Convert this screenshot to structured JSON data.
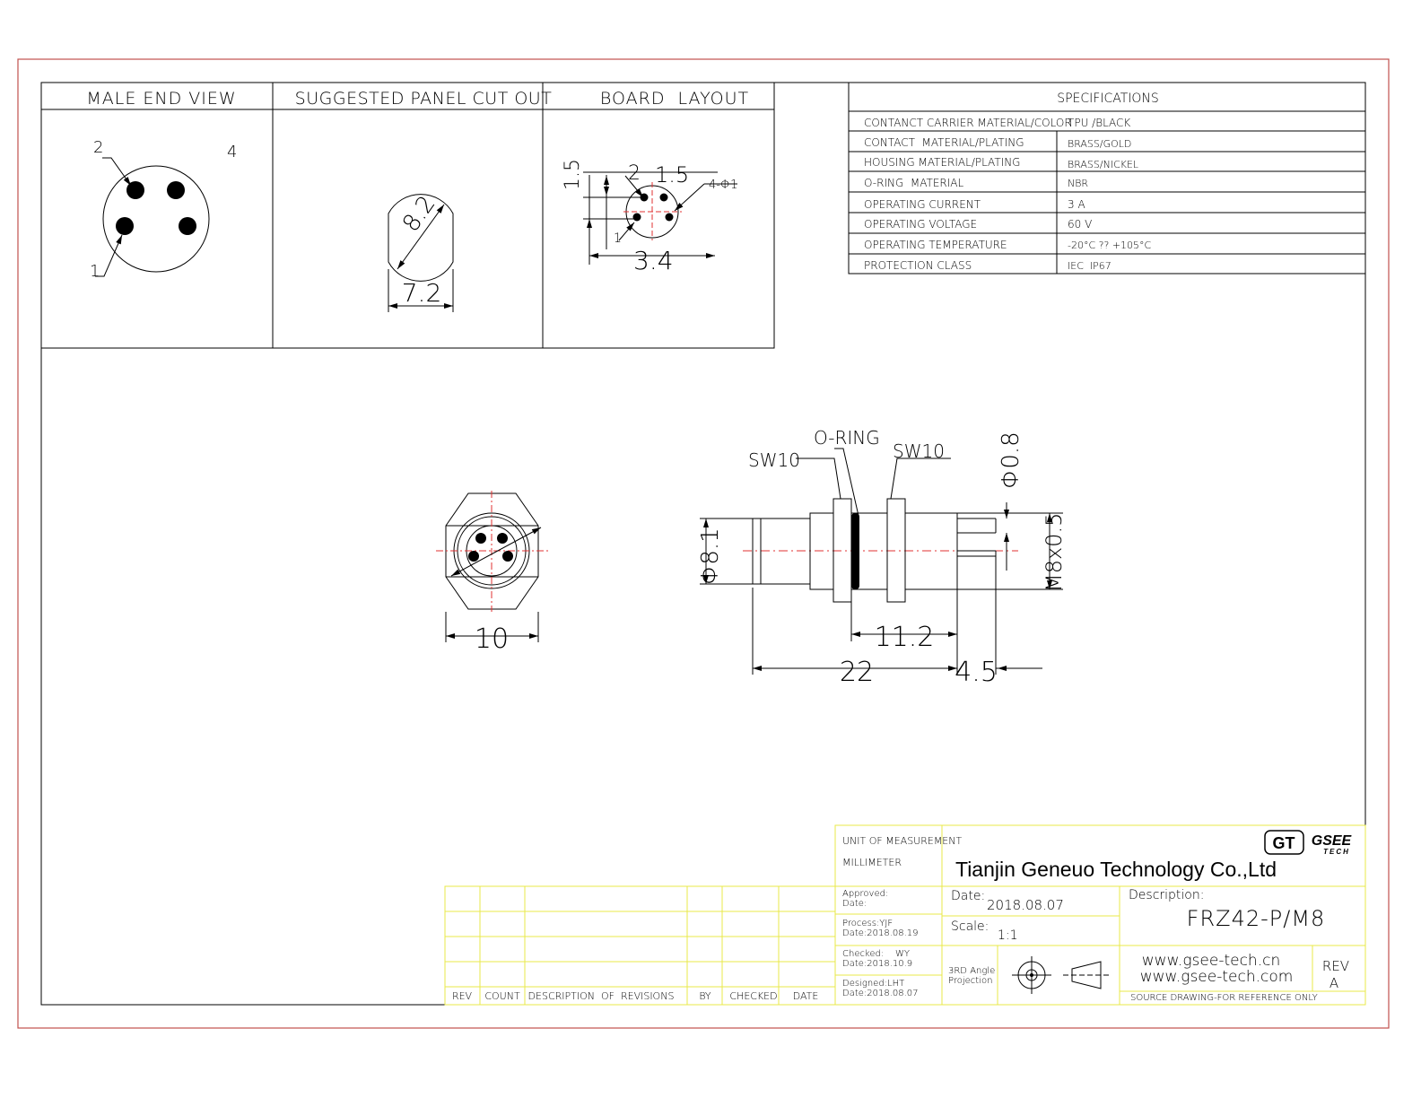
{
  "views": {
    "male_end_view": "MALE END VIEW",
    "panel_cut_out": "SUGGESTED PANEL CUT OUT",
    "board_layout": "BOARD  LAYOUT"
  },
  "male_end_pins": {
    "pin1": "1",
    "pin2": "2",
    "pin4": "4"
  },
  "panel_dims": {
    "diameter": "8.2",
    "width": "7.2"
  },
  "board_dims": {
    "d1": "1.5",
    "d2": "1.5",
    "hole_spec": "4-Φ1",
    "pitch": "3.4",
    "p1": "1",
    "p2": "2"
  },
  "specifications": {
    "title": "SPECIFICATIONS",
    "rows": [
      {
        "label": "CONTANCT CARRIER MATERIAL/COLOR",
        "value": "TPU /BLACK"
      },
      {
        "label": "CONTACT  MATERIAL/PLATING",
        "value": "BRASS/GOLD"
      },
      {
        "label": "HOUSING MATERIAL/PLATING",
        "value": "BRASS/NICKEL"
      },
      {
        "label": "O-RING  MATERIAL",
        "value": "NBR"
      },
      {
        "label": "OPERATING CURRENT",
        "value": "3 A"
      },
      {
        "label": "OPERATING VOLTAGE",
        "value": "60 V"
      },
      {
        "label": "OPERATING TEMPERATURE",
        "value": "-20°C ?? +105°C"
      },
      {
        "label": "PROTECTION CLASS",
        "value": "IEC  IP67"
      }
    ]
  },
  "front_view": {
    "hex_width": "10"
  },
  "side_view": {
    "sw_left": "SW10",
    "o_ring": "O-RING",
    "sw_right": "SW10",
    "pin_dia": "Φ0.8",
    "thread_dia": "Φ8.1",
    "thread_spec": "M8x0.5",
    "len_11_2": "11.2",
    "len_22": "22",
    "len_4_5": "4.5"
  },
  "revisions": {
    "headers": [
      "REV",
      "COUNT",
      "DESCRIPTION  OF  REVISIONS",
      "BY",
      "CHECKED",
      "DATE"
    ]
  },
  "title_block": {
    "unit_label": "UNIT OF MEASUREMENT",
    "unit_value": "MILLIMETER",
    "company": "Tianjin Geneuo Technology Co.,Ltd",
    "logo_gt": "GT",
    "logo_gsee": "GSEE",
    "logo_tech": "TECH",
    "approved": "Approved:",
    "approved_date": "Date:",
    "process": "Process:YJF",
    "process_date": "Date:2018.08.19",
    "checked": "Checked:    WY",
    "checked_date": "Date:2018.10.9",
    "designed": "Designed:LHT",
    "designed_date": "Date:2018.08.07",
    "date_label": "Date:",
    "date_value": "2018.08.07",
    "scale_label": "Scale:",
    "scale_value": "1:1",
    "projection_1": "3RD Angle",
    "projection_2": "Projection",
    "description_label": "Description:",
    "part_number": "FRZ42-P/M8",
    "url1": "www.gsee-tech.cn",
    "url2": "www.gsee-tech.com",
    "rev_label": "REV",
    "rev_value": "A",
    "source_note": "SOURCE DRAWING-FOR REFERENCE ONLY"
  },
  "colors": {
    "border_red": "#c0504d",
    "title_yellow": "#e8e84a",
    "centerline_red": "#e03030"
  }
}
